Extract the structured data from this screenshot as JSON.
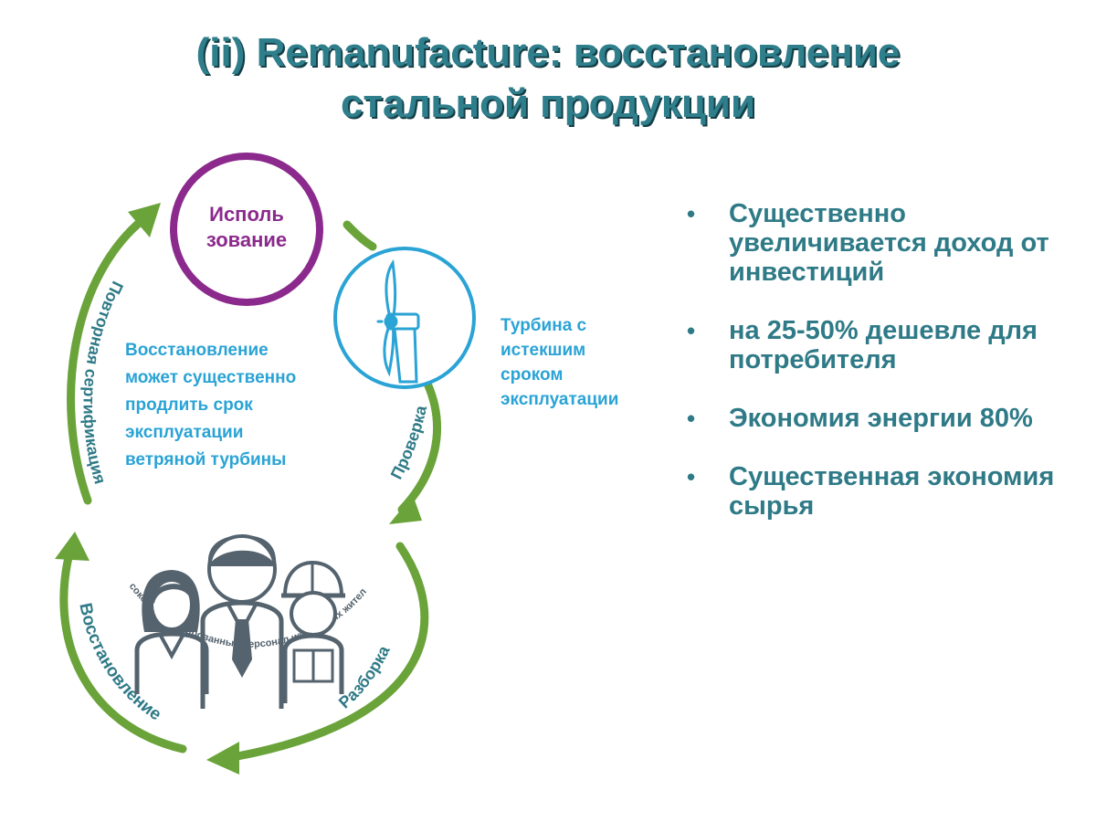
{
  "title": {
    "line1": "(ii) Remanufacture: восстановление",
    "line2": "стальной продукции"
  },
  "cycle": {
    "use_circle": {
      "line1": "Исполь",
      "line2": "зование"
    },
    "turbine_label": [
      "Турбина с",
      "истекшим",
      "сроком",
      "эксплуатации"
    ],
    "center_text": [
      "Восстановление",
      "может существенно",
      "продлить срок",
      "эксплуатации",
      "ветряной турбины"
    ],
    "arrow_labels": {
      "inspection": "Проверка",
      "disassembly": "Разборка",
      "restoration": "Восстановление",
      "recertification": "Повторная сертификация"
    },
    "staff_label": "Высококвалифицированный персонал из местных жителей"
  },
  "bullets": [
    "Существенно увеличивается доход от инвестиций",
    "на 25-50% дешевле для потребителя",
    "Экономия энергии 80%",
    "Существенная экономия сырья"
  ],
  "colors": {
    "title": "#2e7e8c",
    "arrow_green": "#6aa339",
    "use_circle": "#8b2a8c",
    "turbine": "#2aa3d5",
    "people": "#54636e"
  }
}
